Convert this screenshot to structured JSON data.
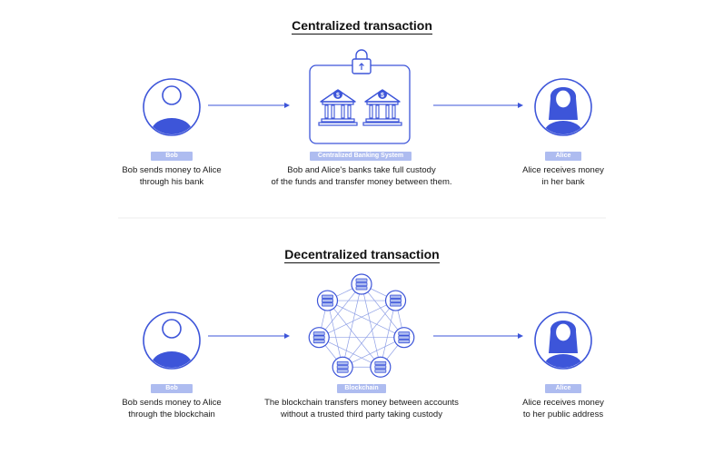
{
  "centralized": {
    "title": "Centralized transaction",
    "bob": {
      "tag": "Bob",
      "desc_line1": "Bob sends money to Alice",
      "desc_line2": "through his bank"
    },
    "system": {
      "tag": "Centralized Banking System",
      "desc_line1": "Bob and Alice's banks take full custody",
      "desc_line2": "of the funds and transfer money between them."
    },
    "alice": {
      "tag": "Alice",
      "desc_line1": "Alice receives money",
      "desc_line2": "in her bank"
    }
  },
  "decentralized": {
    "title": "Decentralized transaction",
    "bob": {
      "tag": "Bob",
      "desc_line1": "Bob sends money to Alice",
      "desc_line2": "through the blockchain"
    },
    "system": {
      "tag": "Blockchain",
      "desc_line1": "The blockchain transfers money between accounts",
      "desc_line2": "without a trusted third party taking custody"
    },
    "alice": {
      "tag": "Alice",
      "desc_line1": "Alice receives money",
      "desc_line2": "to her public address"
    }
  },
  "colors": {
    "accent": "#3d55d9",
    "accent_light": "#aebcf0",
    "line": "#3d55d9",
    "divider": "#eeeeee"
  },
  "icons": [
    "person-icon",
    "bank-icon",
    "padlock-icon",
    "dollar-icon",
    "server-icon",
    "arrow-icon"
  ]
}
